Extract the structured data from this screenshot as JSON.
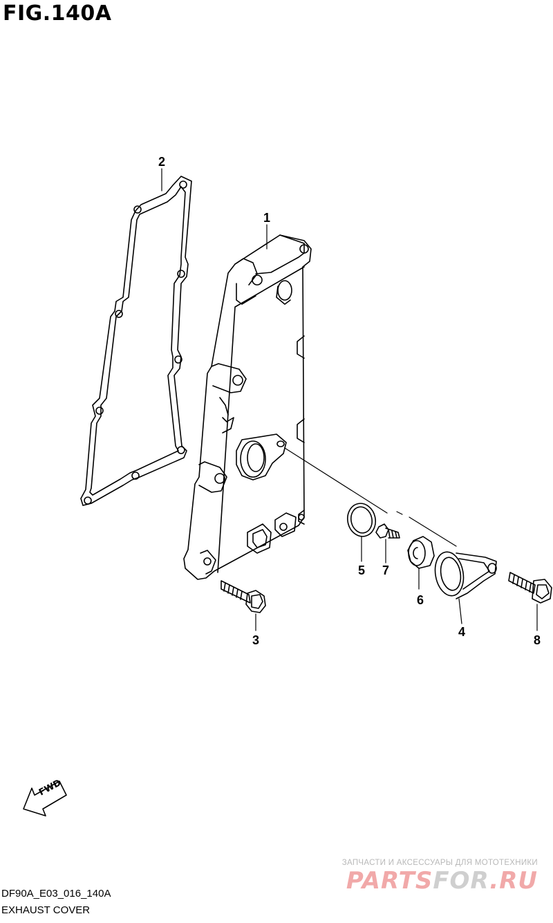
{
  "figure": {
    "title": "FIG.140A",
    "code": "DF90A_E03_016_140A",
    "name": "EXHAUST COVER"
  },
  "callouts": [
    "1",
    "2",
    "3",
    "4",
    "5",
    "6",
    "7",
    "8"
  ],
  "direction_arrow": {
    "label": "FWD",
    "icon": "fwd-arrow-icon"
  },
  "watermark": {
    "tagline": "ЗАПЧАСТИ И АКСЕССУАРЫ ДЛЯ МОТОТЕХНИКИ",
    "logo_part1": "PARTS",
    "logo_part2": "FOR",
    "logo_part3": ".RU",
    "colors": {
      "logo": "#f1a9a9",
      "logo_alt": "#cfcfcf",
      "tagline": "#b8b8b8"
    }
  },
  "colors": {
    "line": "#000000",
    "background": "#ffffff"
  }
}
